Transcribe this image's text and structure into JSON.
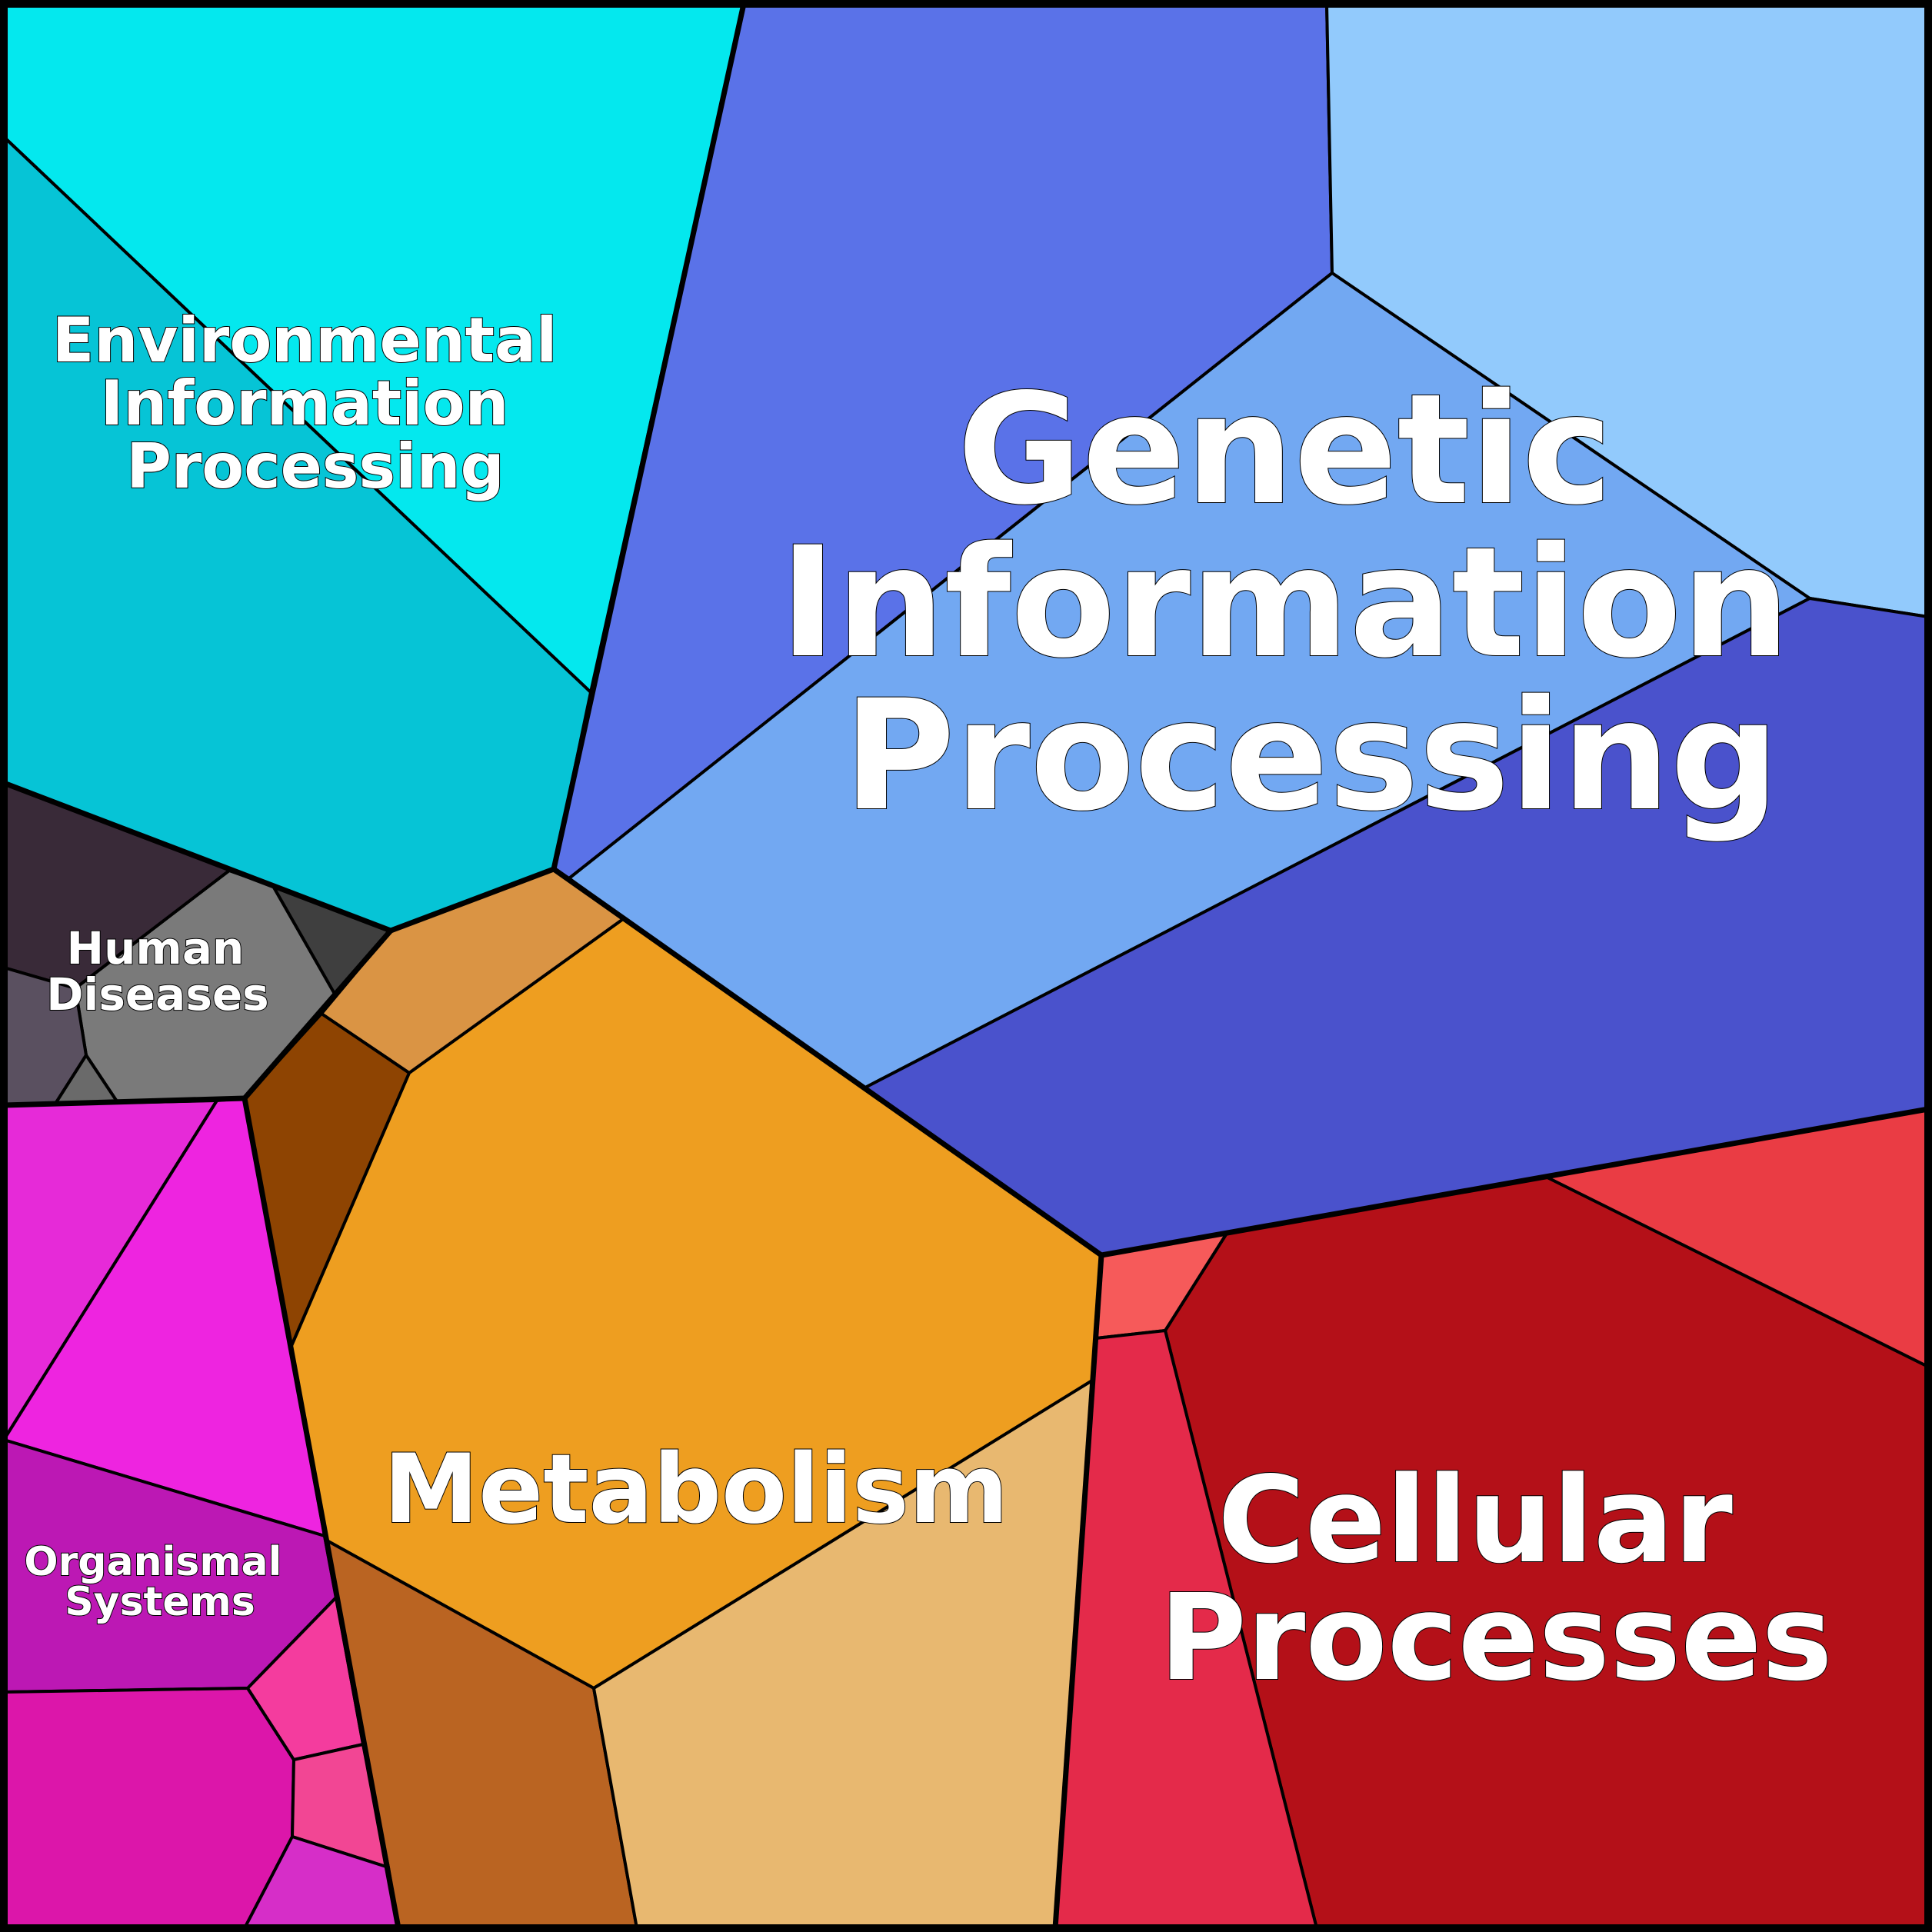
{
  "diagram": {
    "type": "voronoi-treemap",
    "groups": [
      {
        "id": "environmental",
        "label_lines": [
          "Environmental",
          "Information",
          "Processing"
        ],
        "colors": [
          "#04e8ee",
          "#06c4d6"
        ]
      },
      {
        "id": "genetic",
        "label_lines": [
          "Genetic",
          "Information",
          "Processing"
        ],
        "colors": [
          "#5a72e8",
          "#92cafc",
          "#72a8f2",
          "#4a52cc"
        ]
      },
      {
        "id": "human-diseases",
        "label_lines": [
          "Human",
          "Diseases"
        ],
        "colors": [
          "#392a38",
          "#7a7a7a",
          "#3f3f3f",
          "#5a5060",
          "#6a6a6a"
        ]
      },
      {
        "id": "metabolism",
        "label_lines": [
          "Metabolism"
        ],
        "colors": [
          "#ee9e20",
          "#da9444",
          "#8e4402",
          "#ba6422",
          "#e8b870"
        ]
      },
      {
        "id": "organismal",
        "label_lines": [
          "Organismal",
          "Systems"
        ],
        "colors": [
          "#e62ad8",
          "#ee24e0",
          "#bc18b4",
          "#dc16aa",
          "#f43c9e",
          "#f24694",
          "#d62ec8"
        ]
      },
      {
        "id": "cellular",
        "label_lines": [
          "Cellular",
          "Processes"
        ],
        "colors": [
          "#b41018",
          "#ea3c44",
          "#f65a5a",
          "#e42a4a"
        ]
      }
    ]
  }
}
